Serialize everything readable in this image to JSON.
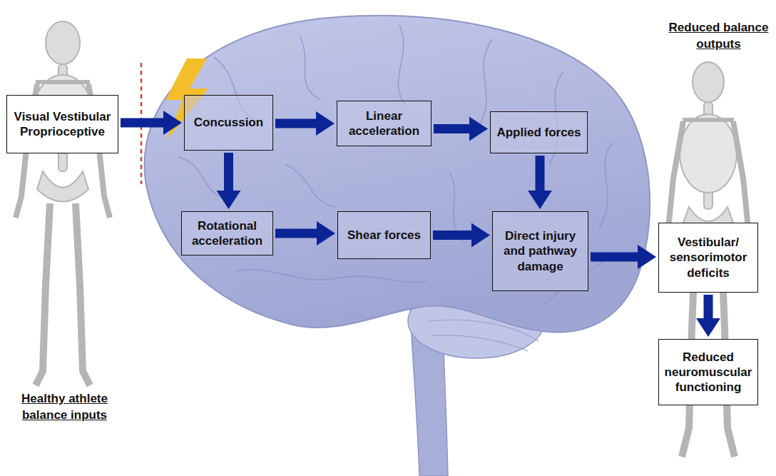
{
  "diagram": {
    "nodes": [
      {
        "text": [
          "Visual Vestibular Proprioceptive"
        ]
      },
      {
        "text": [
          "Concussion"
        ]
      },
      {
        "text": [
          "Linear acceleration"
        ]
      },
      {
        "text": [
          "Applied forces"
        ]
      },
      {
        "text": [
          "Rotational acceleration"
        ]
      },
      {
        "text": [
          "Shear forces"
        ]
      },
      {
        "text": [
          "Direct injury and pathway damage"
        ]
      },
      {
        "text": [
          "Vestibular/ sensorimotor deficits"
        ]
      },
      {
        "text": [
          "Reduced neuromuscular functioning"
        ]
      }
    ],
    "edges": [
      {
        "from": 0,
        "to": 1,
        "arrow": "to"
      },
      {
        "from": 1,
        "to": 2,
        "arrow": "to"
      },
      {
        "from": 2,
        "to": 3,
        "arrow": "to"
      },
      {
        "from": 1,
        "to": 4,
        "arrow": "to"
      },
      {
        "from": 3,
        "to": 6,
        "arrow": "to"
      },
      {
        "from": 4,
        "to": 5,
        "arrow": "to"
      },
      {
        "from": 5,
        "to": 6,
        "arrow": "to"
      },
      {
        "from": 6,
        "to": 7,
        "arrow": "to"
      },
      {
        "from": 7,
        "to": 8,
        "arrow": "to"
      }
    ],
    "labels": [
      "Reduced balance outputs",
      "Healthy athlete balance inputs"
    ]
  }
}
